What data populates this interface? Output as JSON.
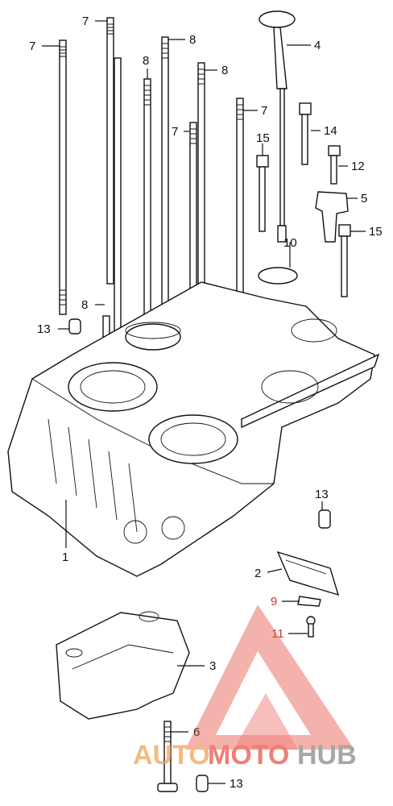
{
  "callouts": {
    "c1": "1",
    "c2": "2",
    "c3": "3",
    "c4": "4",
    "c5": "5",
    "c6": "6",
    "c7a": "7",
    "c7b": "7",
    "c7c": "7",
    "c7d": "7",
    "c8a": "8",
    "c8b": "8",
    "c8c": "8",
    "c8d": "8",
    "c9": "9",
    "c10": "10",
    "c11": "11",
    "c12": "12",
    "c13a": "13",
    "c13b": "13",
    "c13c": "13",
    "c14": "14",
    "c15a": "15",
    "c15b": "15"
  },
  "watermark": {
    "part1": "AUTO",
    "part2": "MOTO",
    "part3": "HUB",
    "color_orange": "#f0a35a",
    "color_red": "#e8554a",
    "color_gray": "#8a8a8a"
  }
}
